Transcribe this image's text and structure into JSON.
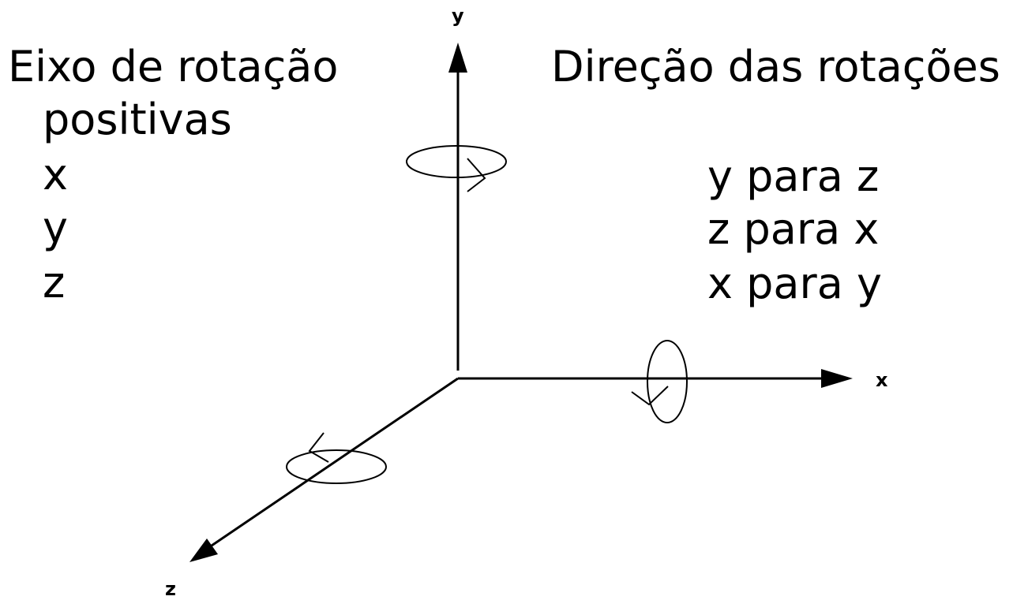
{
  "left_column": {
    "heading_line1": "Eixo de rotação",
    "heading_line2": "positivas",
    "items": [
      "x",
      "y",
      "z"
    ]
  },
  "right_column": {
    "heading": "Direção das rotações",
    "items": [
      "y para z",
      "z para x",
      "x para y"
    ]
  },
  "axes": {
    "x_label": "x",
    "y_label": "y",
    "z_label": "z"
  },
  "colors": {
    "ink": "#000000",
    "background": "#ffffff"
  }
}
